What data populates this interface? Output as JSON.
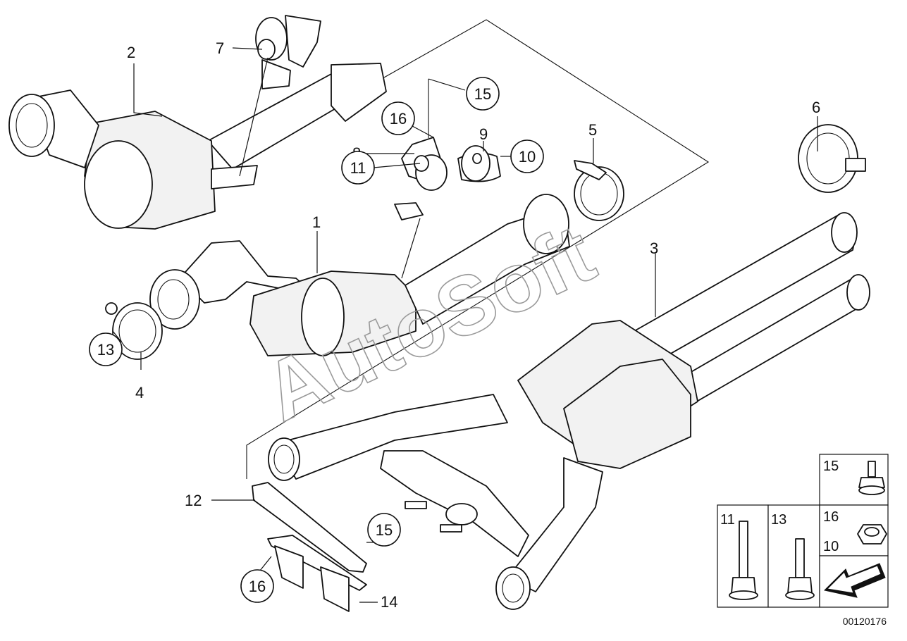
{
  "diagram": {
    "labels": {
      "l1": "1",
      "l2": "2",
      "l3": "3",
      "l4": "4",
      "l5": "5",
      "l6": "6",
      "l7": "7",
      "l8": "8",
      "l9": "9",
      "l10": "10",
      "l11": "11",
      "l12": "12",
      "l13": "13",
      "l14": "14",
      "l15": "15",
      "l16": "16"
    },
    "legend": {
      "b15": "15",
      "b11": "11",
      "b13": "13",
      "b16": "16",
      "b10": "10"
    },
    "watermark": "AutoSoft",
    "reference": "00120176"
  }
}
